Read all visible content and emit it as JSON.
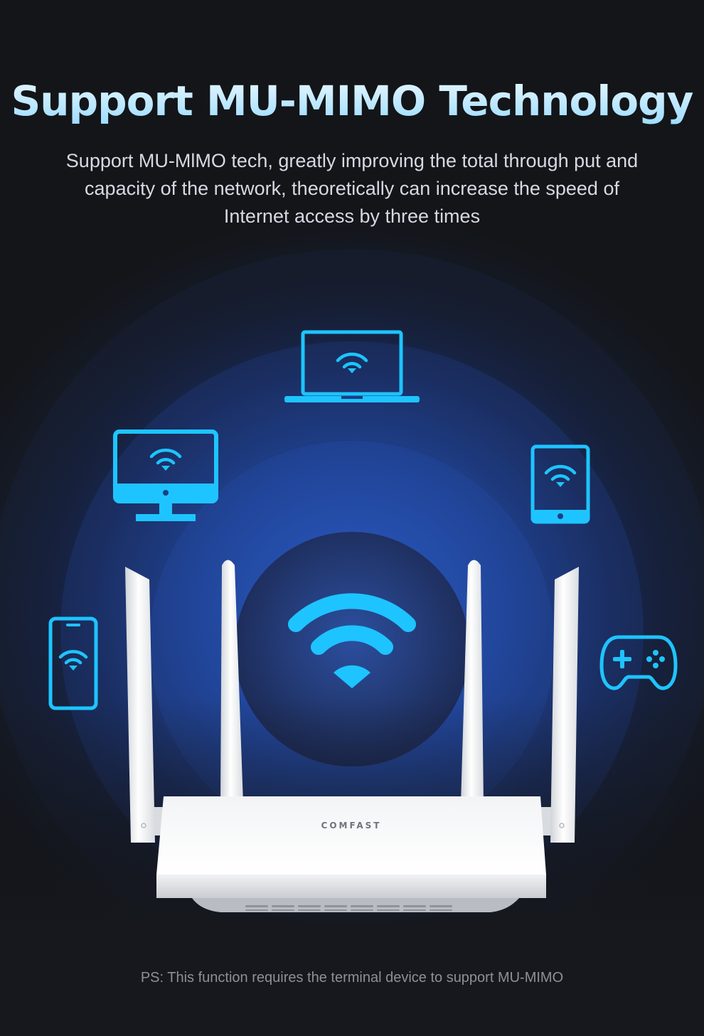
{
  "heading": {
    "title": "Support MU-MIMO Technology",
    "description_lines": [
      "Support MU-MlMO tech, greatly improving the total through put and",
      "capacity of the network, theoretically can increase the speed of",
      "Internet access by three times"
    ]
  },
  "device_icons": [
    "laptop-icon",
    "monitor-icon",
    "tablet-icon",
    "smartphone-icon",
    "gamepad-icon",
    "wifi-signal-icon"
  ],
  "router": {
    "brand": "COMFAST"
  },
  "footnote": "PS: This function requires the terminal device to support MU-MIMO",
  "colors": {
    "accent": "#1ec4ff",
    "title_top": "#e9f8ff",
    "title_bottom": "#9cdcff",
    "background": "#15171e"
  }
}
